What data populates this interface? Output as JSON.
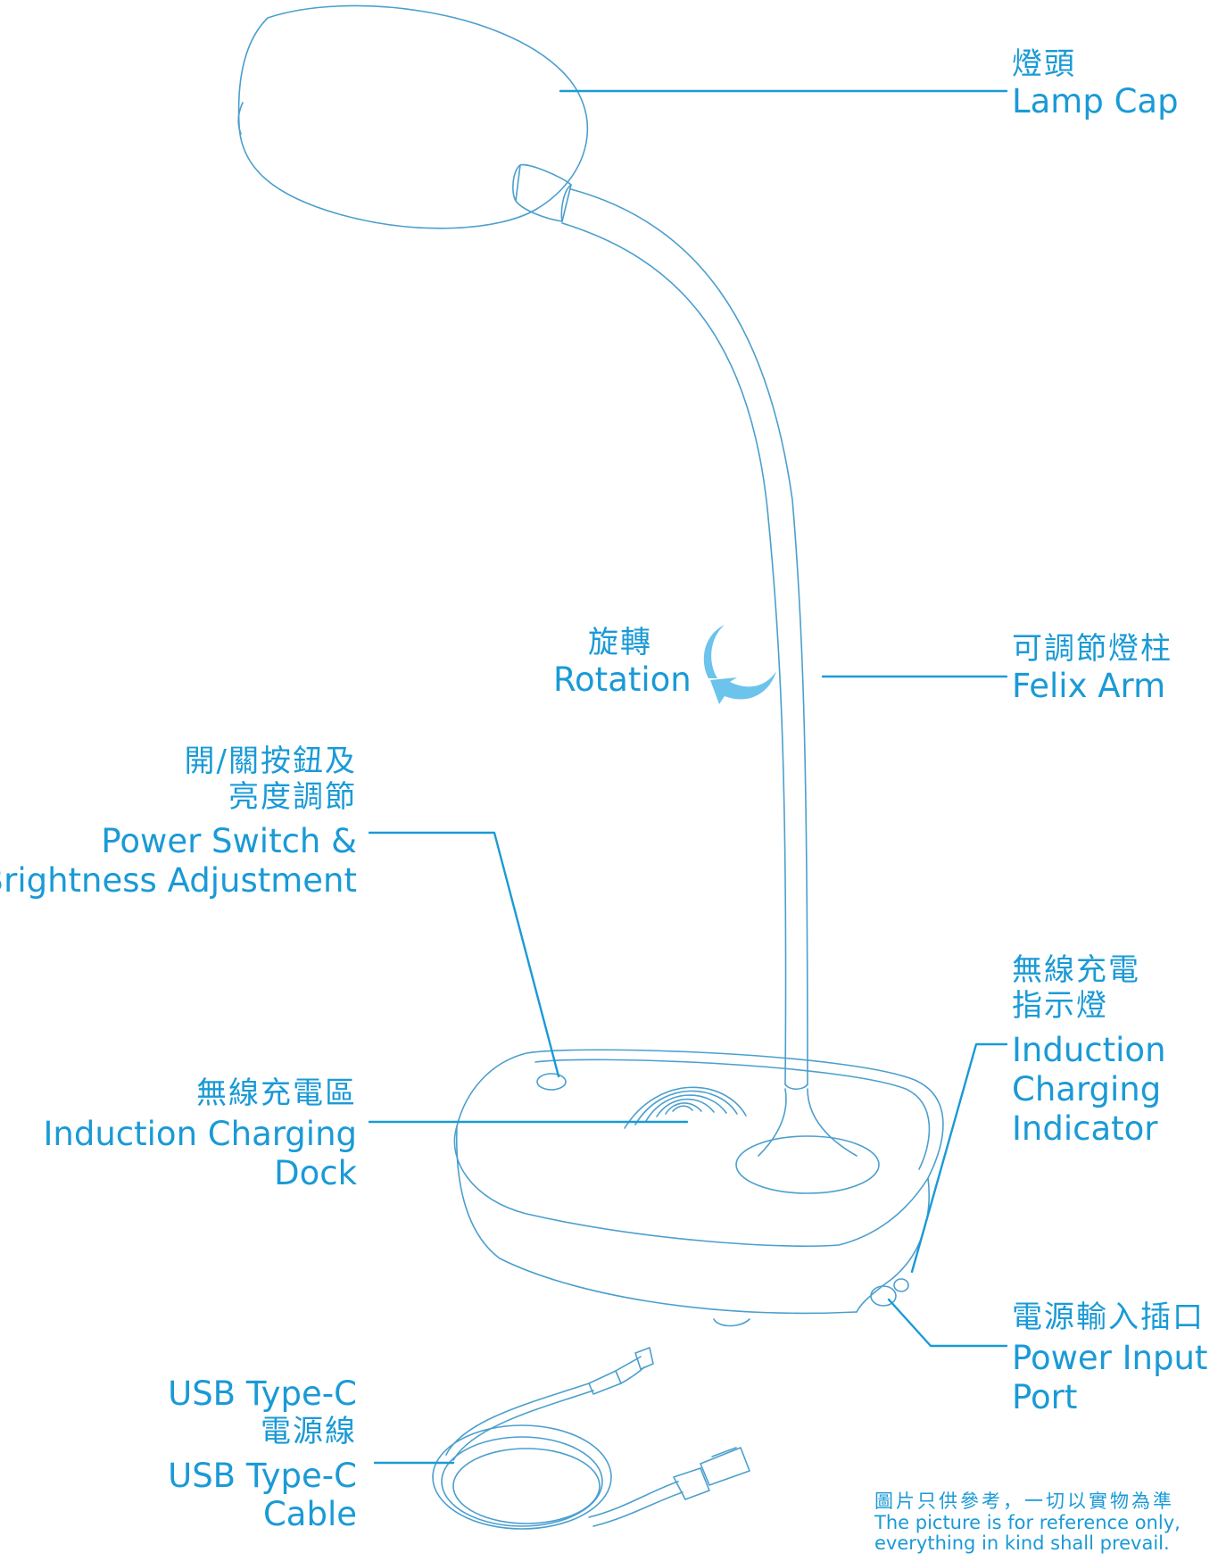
{
  "colors": {
    "line": "#4b9fce",
    "accent": "#1a9ad6",
    "rotation_arrow": "#6cc3ec"
  },
  "labels": {
    "lamp_cap": {
      "zh": "燈頭",
      "en": "Lamp Cap"
    },
    "felix_arm": {
      "zh": "可調節燈柱",
      "en": "Felix Arm"
    },
    "rotation": {
      "zh": "旋轉",
      "en": "Rotation"
    },
    "power_switch": {
      "zh_line1": "開/關按鈕及",
      "zh_line2": "亮度調節",
      "en_line1": "Power Switch &",
      "en_line2": "Brightness Adjustment"
    },
    "charging_dock": {
      "zh": "無線充電區",
      "en_line1": "Induction Charging",
      "en_line2": "Dock"
    },
    "charging_indicator": {
      "zh_line1": "無線充電",
      "zh_line2": "指示燈",
      "en_line1": "Induction",
      "en_line2": "Charging",
      "en_line3": "Indicator"
    },
    "power_port": {
      "zh": "電源輸入插口",
      "en_line1": "Power Input",
      "en_line2": "Port"
    },
    "usb_cable": {
      "zh_line1": "USB Type-C",
      "zh_line2": "電源線",
      "en_line1": "USB Type-C",
      "en_line2": "Cable"
    }
  },
  "disclaimer": {
    "zh": "圖片只供參考，一切以實物為準",
    "en_line1": "The picture is for reference only,",
    "en_line2": "everything in kind shall prevail."
  }
}
